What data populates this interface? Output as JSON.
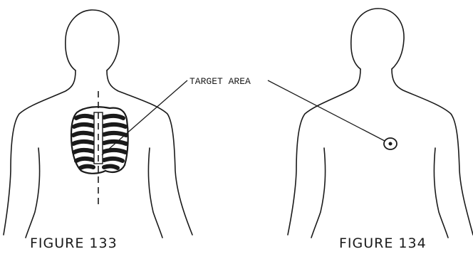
{
  "callout": {
    "label": "TARGET AREA"
  },
  "figures": [
    {
      "caption": "FIGURE 133"
    },
    {
      "caption": "FIGURE 134"
    }
  ],
  "colors": {
    "ink": "#1a1a1a",
    "paper": "#ffffff"
  }
}
